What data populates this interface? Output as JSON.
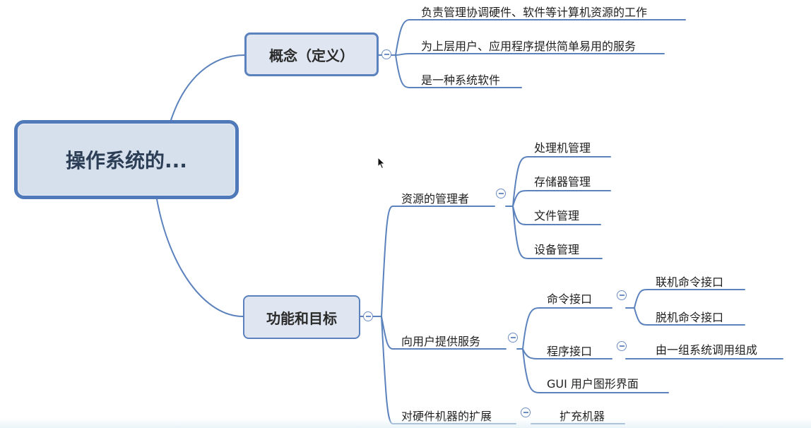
{
  "mindmap": {
    "root": "操作系统的...",
    "concept": {
      "label": "概念（定义）",
      "items": [
        "负责管理协调硬件、软件等计算机资源的工作",
        "为上层用户、应用程序提供简单易用的服务",
        "是一种系统软件"
      ]
    },
    "function": {
      "label": "功能和目标",
      "resource_manager": {
        "label": "资源的管理者",
        "items": [
          "处理机管理",
          "存储器管理",
          "文件管理",
          "设备管理"
        ]
      },
      "user_services": {
        "label": "向用户提供服务",
        "command_interface": {
          "label": "命令接口",
          "items": [
            "联机命令接口",
            "脱机命令接口"
          ]
        },
        "program_interface": {
          "label": "程序接口",
          "items": [
            "由一组系统调用组成"
          ]
        },
        "gui": "GUI 用户图形界面"
      },
      "hardware_extension": {
        "label": "对硬件机器的扩展",
        "items": [
          "扩充机器"
        ]
      }
    }
  },
  "colors": {
    "branch": "#5b82bd",
    "node_fill": "#dfe6f1",
    "leaf_underline": "#5b82bd"
  }
}
